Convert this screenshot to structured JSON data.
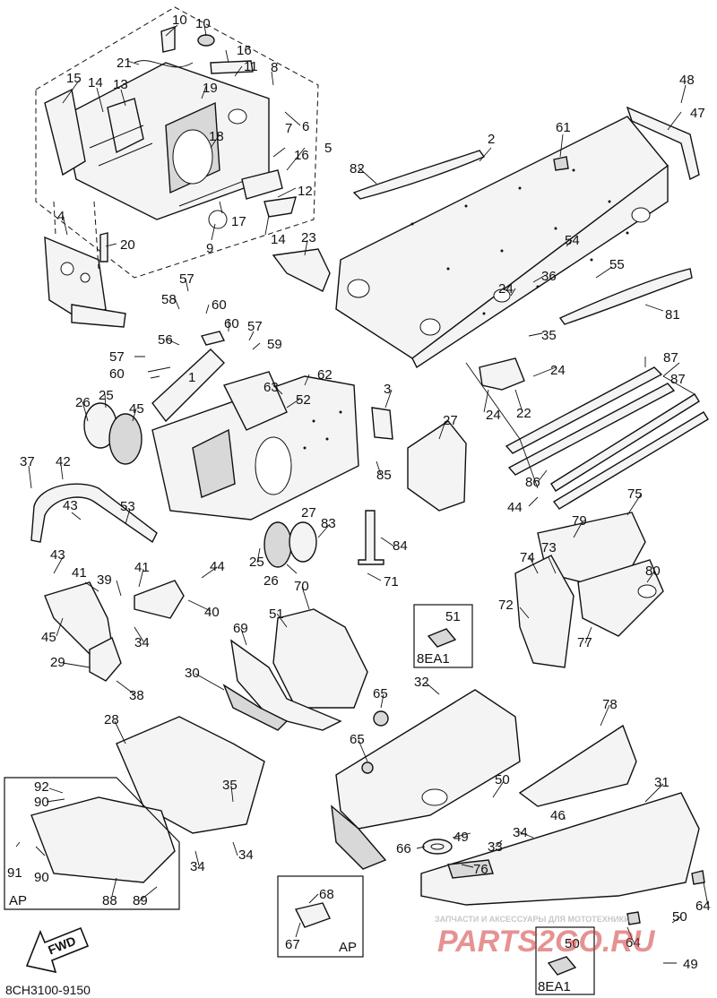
{
  "diagram": {
    "code": "8CH3100-9150",
    "direction_arrow": "FWD",
    "watermark": {
      "tagline": "ЗАПЧАСТИ И АКСЕССУАРЫ ДЛЯ МОТОТЕХНИКИ",
      "brand": "PARTS2GO.RU",
      "color": "#d23a3a"
    },
    "boxes": [
      {
        "id": "box-8ea1-top",
        "caption": "8EA1",
        "part": "51"
      },
      {
        "id": "box-8ea1-bottom",
        "caption": "8EA1",
        "part": "50"
      },
      {
        "id": "box-ap-left",
        "caption": "AP"
      },
      {
        "id": "box-ap-mid",
        "caption": "AP"
      }
    ],
    "callouts": [
      "10",
      "10",
      "21",
      "16",
      "11",
      "8",
      "15",
      "14",
      "13",
      "19",
      "18",
      "6",
      "7",
      "16",
      "5",
      "12",
      "17",
      "14",
      "9",
      "4",
      "20",
      "2",
      "61",
      "82",
      "48",
      "47",
      "23",
      "54",
      "55",
      "36",
      "24",
      "81",
      "35",
      "87",
      "24",
      "22",
      "24",
      "57",
      "58",
      "60",
      "60",
      "57",
      "59",
      "56",
      "57",
      "60",
      "1",
      "62",
      "63",
      "52",
      "3",
      "27",
      "26",
      "25",
      "45",
      "37",
      "42",
      "43",
      "53",
      "85",
      "87",
      "86",
      "44",
      "43",
      "41",
      "44",
      "41",
      "39",
      "40",
      "45",
      "34",
      "29",
      "38",
      "25",
      "26",
      "27",
      "83",
      "84",
      "71",
      "70",
      "51",
      "69",
      "75",
      "79",
      "74",
      "73",
      "72",
      "80",
      "77",
      "30",
      "65",
      "32",
      "28",
      "78",
      "65",
      "35",
      "50",
      "92",
      "90",
      "91",
      "90",
      "88",
      "89",
      "34",
      "34",
      "46",
      "49",
      "34",
      "33",
      "31",
      "66",
      "76",
      "68",
      "67",
      "64",
      "50",
      "64",
      "50",
      "49"
    ]
  }
}
